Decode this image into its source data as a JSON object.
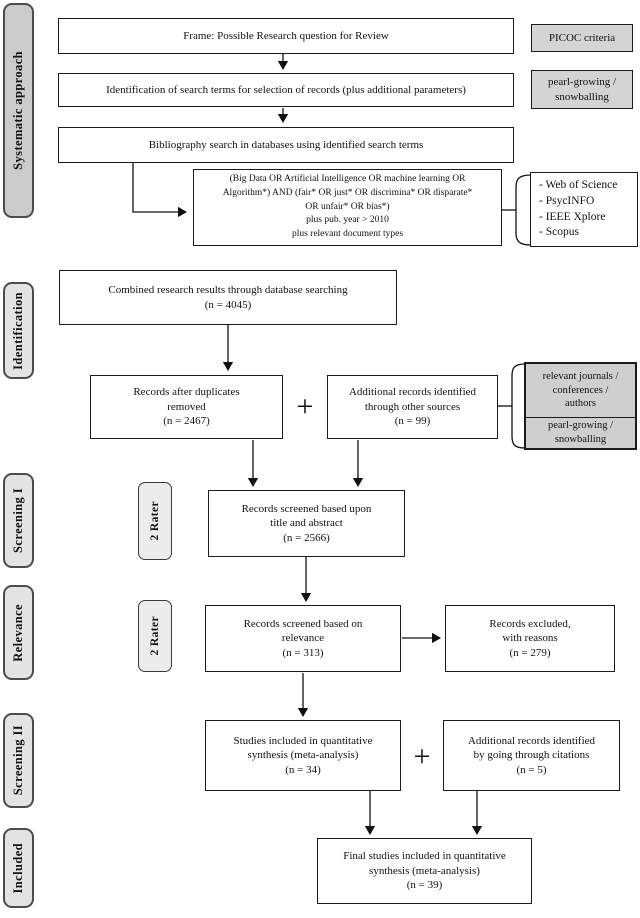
{
  "sidebar": {
    "labels": [
      {
        "text": "Systematic approach"
      },
      {
        "text": "Identification"
      },
      {
        "text": "Screening I"
      },
      {
        "text": "Relevance"
      },
      {
        "text": "Screening II"
      },
      {
        "text": "Included"
      }
    ]
  },
  "rater": {
    "first": "2 Rater",
    "second": "2 Rater"
  },
  "flow": {
    "frame": {
      "lines": [
        "Frame: Possible Research question for Review"
      ]
    },
    "search_terms": {
      "lines": [
        "Identification of search terms for selection of records (plus additional parameters)"
      ]
    },
    "bibliography": {
      "lines": [
        "Bibliography search in databases using identified search terms"
      ]
    },
    "query": {
      "lines": [
        "(Big Data OR Artificial Intelligence OR machine learning OR",
        "Algorithm*) AND (fair* OR just* OR discrimina* OR disparate*",
        "OR unfair* OR bias*)",
        "plus pub. year > 2010",
        "plus relevant document types"
      ]
    },
    "combined": {
      "lines": [
        "Combined research results through database searching",
        "(n = 4045)"
      ]
    },
    "duplicates": {
      "lines": [
        "Records after duplicates",
        "removed",
        "(n = 2467)"
      ]
    },
    "additional_sources": {
      "lines": [
        "Additional records identified",
        "through other sources",
        "(n = 99)"
      ]
    },
    "screened_title": {
      "lines": [
        "Records screened based upon",
        "title and abstract",
        "(n = 2566)"
      ]
    },
    "screened_relevance": {
      "lines": [
        "Records screened based on",
        "relevance",
        "(n = 313)"
      ]
    },
    "excluded": {
      "lines": [
        "Records excluded,",
        "with reasons",
        "(n = 279)"
      ]
    },
    "quantitative": {
      "lines": [
        "Studies included in quantitative",
        "synthesis (meta-analysis)",
        "(n = 34)"
      ]
    },
    "citations": {
      "lines": [
        "Additional records identified",
        "by going through citations",
        "(n = 5)"
      ]
    },
    "final": {
      "lines": [
        "Final studies included in quantitative",
        "synthesis (meta-analysis)",
        "(n = 39)"
      ]
    },
    "plus_sign": "+"
  },
  "annotations": {
    "picoc": {
      "lines": [
        "PICOC criteria"
      ]
    },
    "pearl_top": {
      "lines": [
        "pearl-growing /",
        "snowballing"
      ]
    },
    "databases": {
      "lines": [
        "- Web of Science",
        "- PsycINFO",
        "- IEEE Xplore",
        "- Scopus"
      ]
    },
    "sources_upper": {
      "lines": [
        "relevant journals /",
        "conferences /",
        "authors"
      ]
    },
    "sources_lower": {
      "lines": [
        "pearl-growing /",
        "snowballing"
      ]
    }
  },
  "colors": {
    "box_border": "#1b1b1b",
    "gray_fill": "#d4d4d4",
    "sidebar_fill": "#e3e3e3",
    "arrow": "#111111"
  }
}
